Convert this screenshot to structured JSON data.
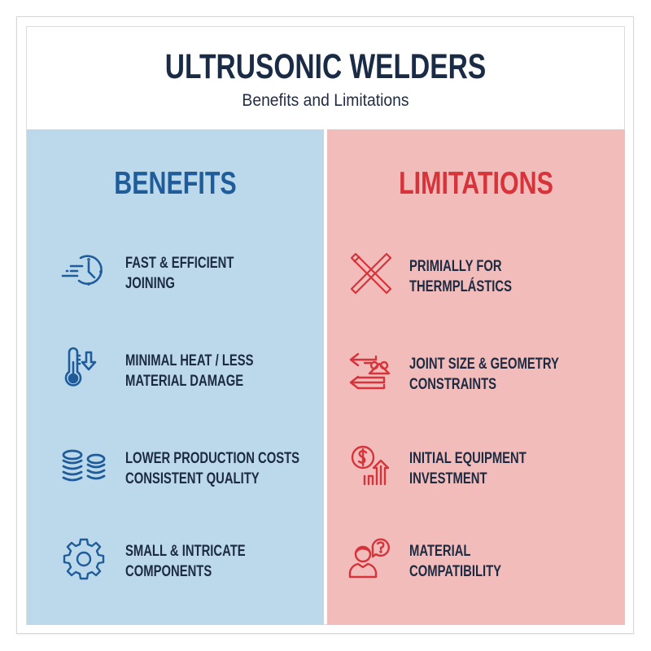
{
  "header": {
    "title": "ULTRUSONIC WELDERS",
    "subtitle": "Benefits and Limitations"
  },
  "colors": {
    "benefits_bg": "#bcd9ec",
    "benefits_accent": "#1f5c99",
    "limitations_bg": "#f1bcba",
    "limitations_accent": "#d6333a",
    "text_dark": "#1c2a42"
  },
  "benefits": {
    "heading": "BENEFITS",
    "items": [
      {
        "icon": "fast-clock-icon",
        "line1": "FAST & EFFICIENT",
        "line2": "JOINING"
      },
      {
        "icon": "thermometer-down-icon",
        "line1": "MINIMAL HEAT / LESS",
        "line2": "MATERIAL DAMAGE"
      },
      {
        "icon": "coin-stacks-icon",
        "line1": "LOWER PRODUCTION COSTS",
        "line2": "CONSISTENT QUALITY"
      },
      {
        "icon": "gear-icon",
        "line1": "SMALL & INTRICATE",
        "line2": "COMPONENTS"
      }
    ]
  },
  "limitations": {
    "heading": "LIMITATIONS",
    "items": [
      {
        "icon": "crossed-bars-icon",
        "line1": "PRIMIALLY FOR",
        "line2": "THERMPLÁSTICS"
      },
      {
        "icon": "arrows-geometry-icon",
        "line1": "JOINT SIZE & GEOMETRY",
        "line2": "CONSTRAINTS"
      },
      {
        "icon": "dollar-growth-icon",
        "line1": "INITIAL EQUIPMENT",
        "line2": "INVESTMENT"
      },
      {
        "icon": "person-question-icon",
        "line1": "MATERIAL",
        "line2": "COMPATIBILITY"
      }
    ]
  }
}
